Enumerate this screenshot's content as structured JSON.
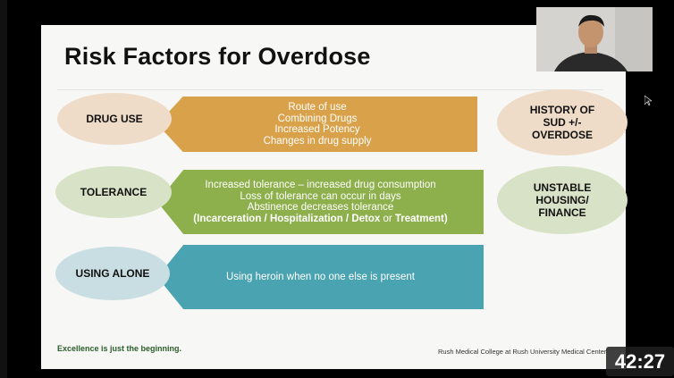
{
  "slide": {
    "title": "Risk Factors for Overdose",
    "footer_left": "Excellence is just the beginning.",
    "footer_right": "Rush Medical College at Rush University Medical Center"
  },
  "rows": [
    {
      "label": "DRUG USE",
      "lines": [
        "Route of use",
        "Combining Drugs",
        "Increased Potency",
        "Changes in drug supply"
      ]
    },
    {
      "label": "TOLERANCE",
      "lines": [
        "Increased tolerance – increased drug consumption",
        "Loss of tolerance can  occur in days",
        "Abstinence decreases tolerance"
      ],
      "last_line_parts": [
        "(Incarceration / ",
        "Hospitalization",
        " / ",
        "Detox",
        " or ",
        "Treatment",
        ")"
      ]
    },
    {
      "label": "USING ALONE",
      "lines": [
        "Using heroin when no one else is present"
      ]
    }
  ],
  "side_ovals": [
    {
      "line1": "HISTORY OF",
      "line2": "SUD +/-",
      "line3": "OVERDOSE"
    },
    {
      "line1": "UNSTABLE",
      "line2": "HOUSING/",
      "line3": "FINANCE"
    }
  ],
  "video": {
    "timestamp": "42:27"
  },
  "colors": {
    "drug_arrow": "#d9a24a",
    "tolerance_arrow": "#8db04c",
    "alone_arrow": "#4aa3b0",
    "oval_tan": "#efdcc8",
    "oval_green": "#d7e2c6",
    "oval_blue": "#c9dee2"
  }
}
